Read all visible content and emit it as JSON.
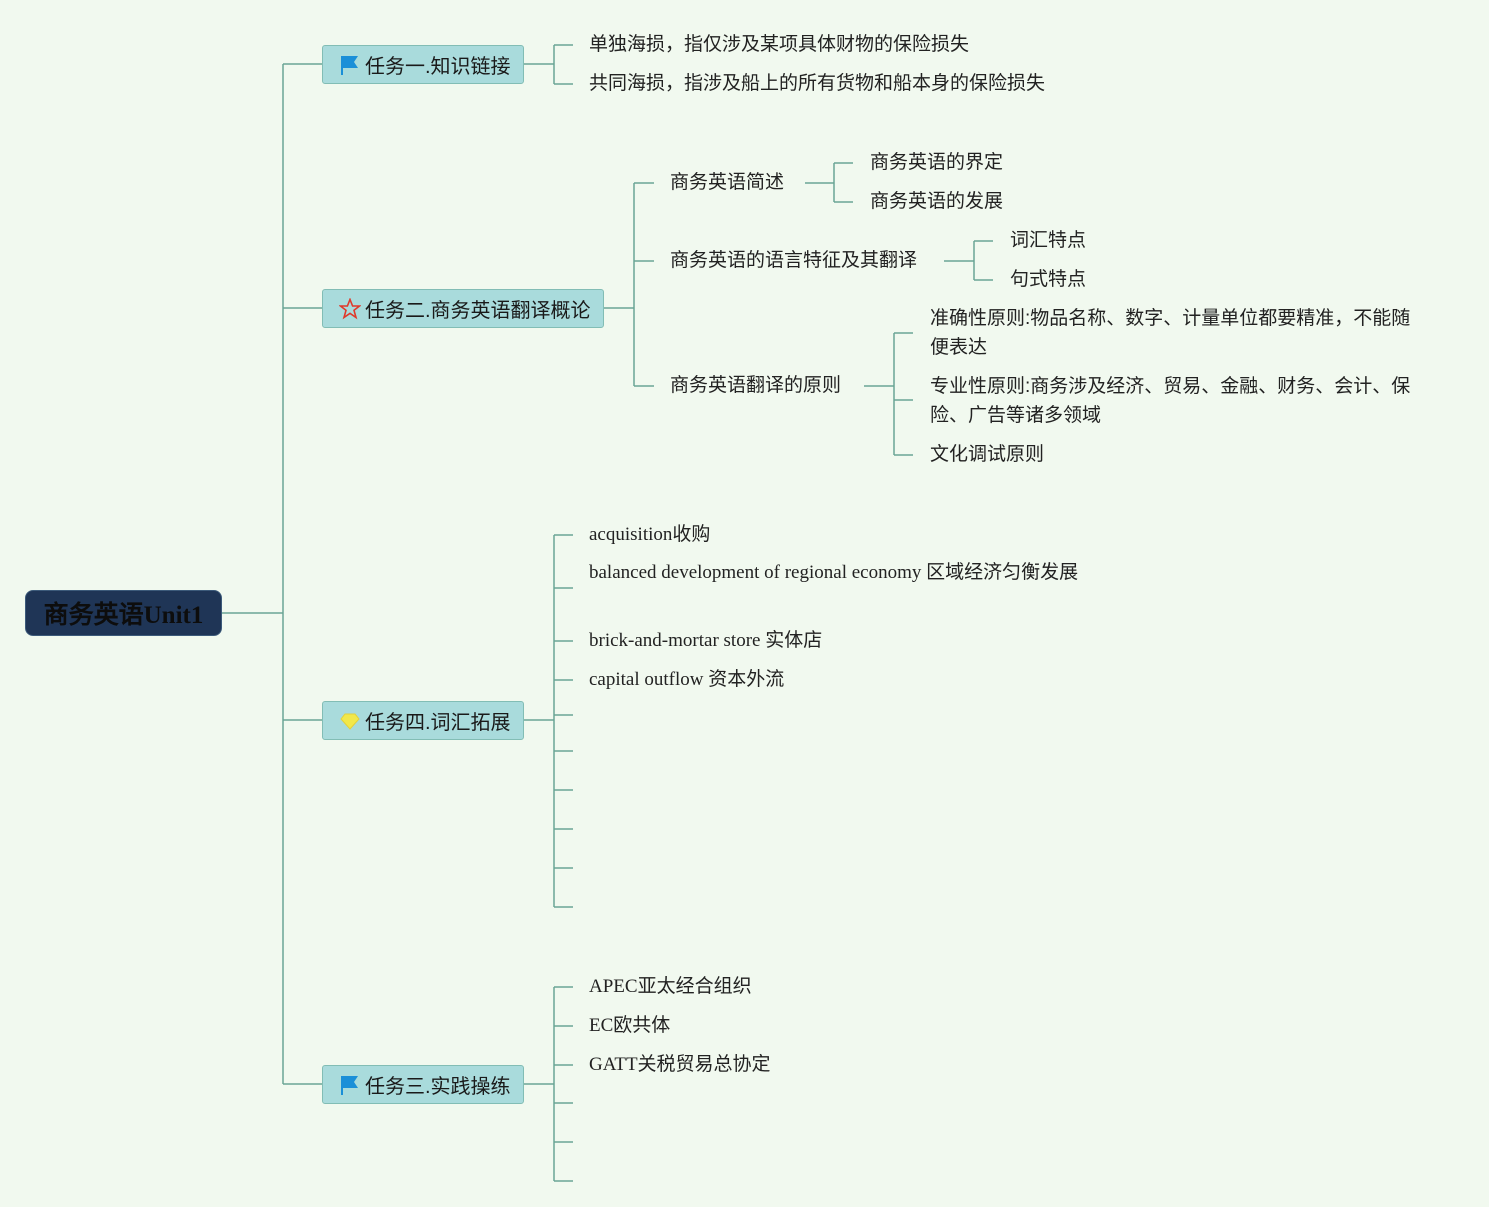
{
  "root": {
    "label": "商务英语Unit1"
  },
  "colors": {
    "background": "#f1f9ef",
    "node_fill": "#a9dbdc",
    "line": "#6aa595",
    "root_fill": "#1f3556"
  },
  "task1": {
    "label": "任务一.知识链接",
    "icon": "flag-icon",
    "items": [
      "单独海损，指仅涉及某项具体财物的保险损失",
      "共同海损，指涉及船上的所有货物和船本身的保险损失"
    ]
  },
  "task2": {
    "label": "任务二.商务英语翻译概论",
    "icon": "star-icon",
    "sub1": {
      "label": "商务英语简述",
      "items": [
        "商务英语的界定",
        "商务英语的发展"
      ]
    },
    "sub2": {
      "label": "商务英语的语言特征及其翻译",
      "items": [
        "词汇特点",
        "句式特点"
      ]
    },
    "sub3": {
      "label": "商务英语翻译的原则",
      "items": [
        "准确性原则:物品名称、数字、计量单位都要精准，不能随便表达",
        "专业性原则:商务涉及经济、贸易、金融、财务、会计、保险、广告等诸多领域",
        "文化调试原则"
      ]
    }
  },
  "task4": {
    "label": "任务四.词汇拓展",
    "icon": "diamond-icon",
    "items": [
      "acquisition收购",
      "balanced development of regional economy 区域经济匀衡发展",
      "brick-and-mortar store 实体店",
      "capital outflow 资本外流"
    ]
  },
  "task3": {
    "label": "任务三.实践操练",
    "icon": "flag-icon",
    "items": [
      "APEC亚太经合组织",
      "EC欧共体",
      "GATT关税贸易总协定"
    ]
  }
}
